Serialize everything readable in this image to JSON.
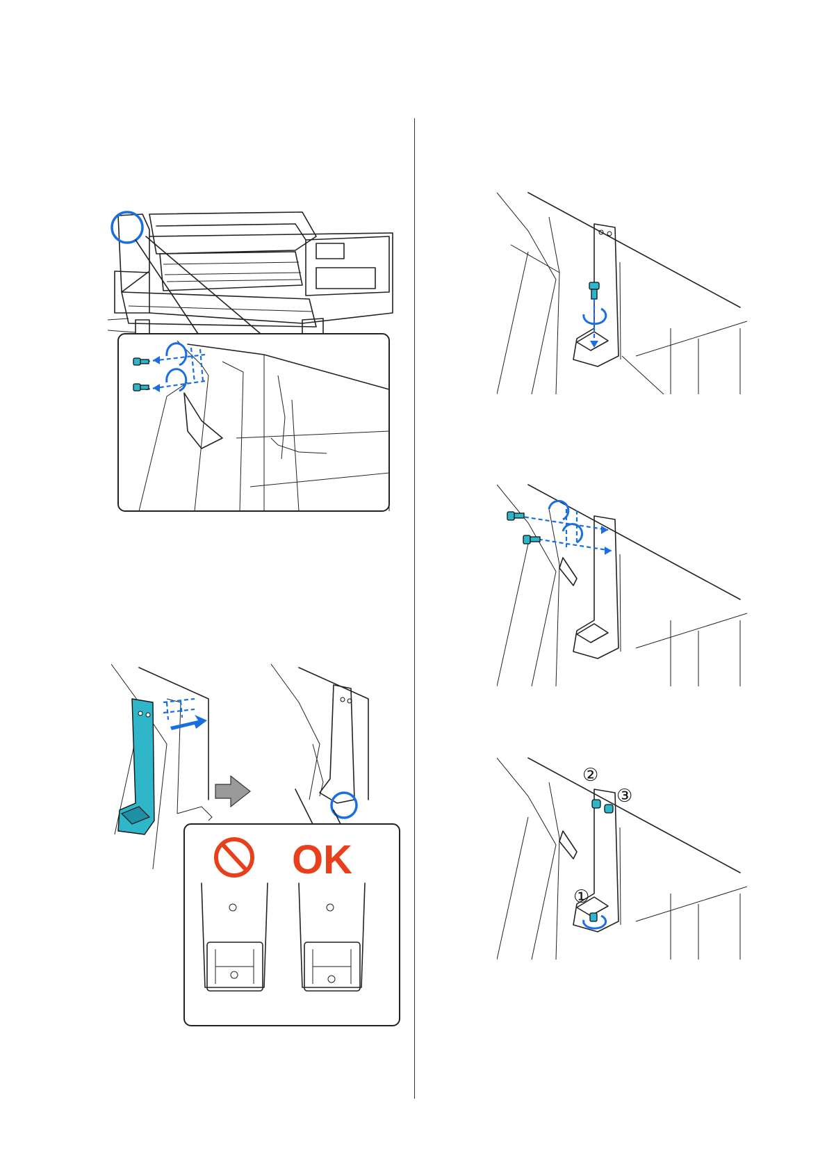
{
  "figures": {
    "printer_overview": {
      "name": "printer-overview-figure"
    },
    "bracket_attach": {
      "name": "bracket-attach-figure",
      "wrong_label": "",
      "ok_label": "OK"
    },
    "step_right_1": {
      "name": "screw-insert-figure"
    },
    "step_right_2": {
      "name": "side-screws-figure"
    },
    "step_right_3": {
      "name": "tighten-order-figure",
      "order_labels": [
        "①",
        "②",
        "③"
      ]
    }
  },
  "colors": {
    "accent_blue": "#1a6fe0",
    "part_cyan": "#2fb6c9",
    "prohibit_red": "#e8401c",
    "arrow_gray": "#9a9a9a"
  }
}
